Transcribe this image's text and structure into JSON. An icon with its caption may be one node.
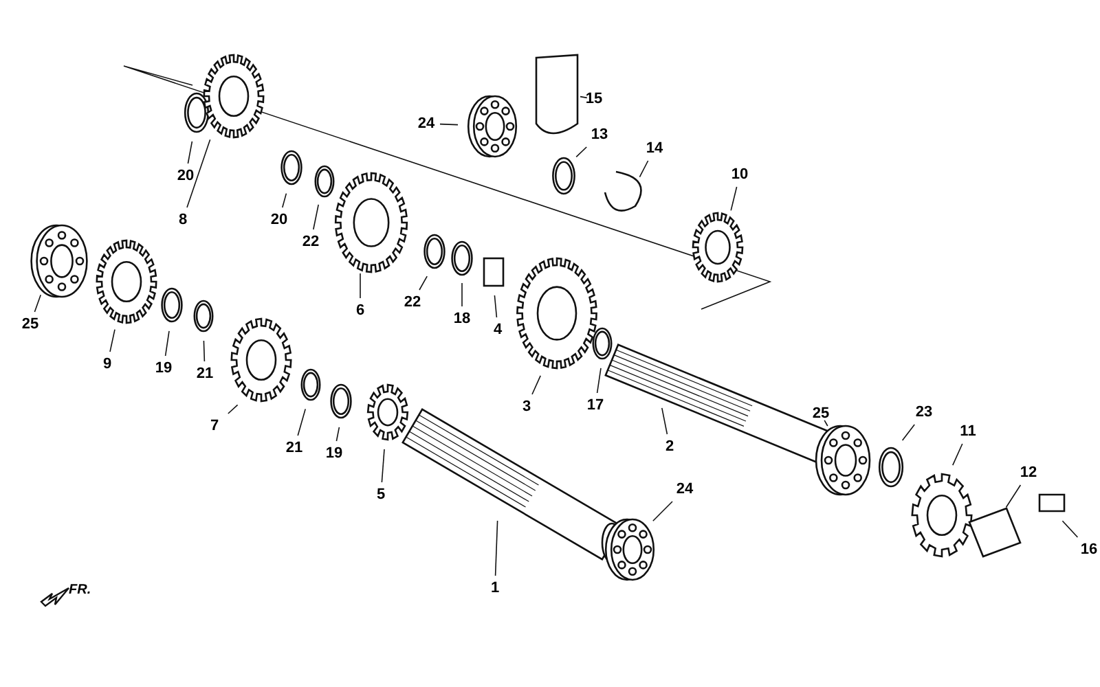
{
  "diagram": {
    "nodes": [
      {
        "text": [
          "15"
        ]
      },
      {
        "text": [
          "24"
        ]
      },
      {
        "text": [
          "13"
        ]
      },
      {
        "text": [
          "14"
        ]
      },
      {
        "text": [
          "20"
        ]
      },
      {
        "text": [
          "10"
        ]
      },
      {
        "text": [
          "8"
        ]
      },
      {
        "text": [
          "20"
        ]
      },
      {
        "text": [
          "22"
        ]
      },
      {
        "text": [
          "25"
        ]
      },
      {
        "text": [
          "6"
        ]
      },
      {
        "text": [
          "22"
        ]
      },
      {
        "text": [
          "18"
        ]
      },
      {
        "text": [
          "4"
        ]
      },
      {
        "text": [
          "9"
        ]
      },
      {
        "text": [
          "19"
        ]
      },
      {
        "text": [
          "21"
        ]
      },
      {
        "text": [
          "7"
        ]
      },
      {
        "text": [
          "3"
        ]
      },
      {
        "text": [
          "17"
        ]
      },
      {
        "text": [
          "2"
        ]
      },
      {
        "text": [
          "25"
        ]
      },
      {
        "text": [
          "23"
        ]
      },
      {
        "text": [
          "11"
        ]
      },
      {
        "text": [
          "21"
        ]
      },
      {
        "text": [
          "19"
        ]
      },
      {
        "text": [
          "12"
        ]
      },
      {
        "text": [
          "16"
        ]
      },
      {
        "text": [
          "5"
        ]
      },
      {
        "text": [
          "24"
        ]
      },
      {
        "text": [
          "1"
        ]
      }
    ],
    "edges": [
      {
        "from": 0,
        "to": null,
        "arrow": "none"
      },
      {
        "from": 1,
        "to": null,
        "arrow": "none"
      },
      {
        "from": 2,
        "to": null,
        "arrow": "none"
      },
      {
        "from": 3,
        "to": null,
        "arrow": "none"
      },
      {
        "from": 4,
        "to": null,
        "arrow": "none"
      },
      {
        "from": 5,
        "to": null,
        "arrow": "none"
      },
      {
        "from": 6,
        "to": null,
        "arrow": "none"
      },
      {
        "from": 7,
        "to": null,
        "arrow": "none"
      },
      {
        "from": 8,
        "to": null,
        "arrow": "none"
      },
      {
        "from": 9,
        "to": null,
        "arrow": "none"
      },
      {
        "from": 10,
        "to": null,
        "arrow": "none"
      },
      {
        "from": 11,
        "to": null,
        "arrow": "none"
      },
      {
        "from": 12,
        "to": null,
        "arrow": "none"
      },
      {
        "from": 13,
        "to": null,
        "arrow": "none"
      },
      {
        "from": 14,
        "to": null,
        "arrow": "none"
      },
      {
        "from": 15,
        "to": null,
        "arrow": "none"
      },
      {
        "from": 16,
        "to": null,
        "arrow": "none"
      },
      {
        "from": 17,
        "to": null,
        "arrow": "none"
      },
      {
        "from": 18,
        "to": null,
        "arrow": "none"
      },
      {
        "from": 19,
        "to": null,
        "arrow": "none"
      },
      {
        "from": 20,
        "to": null,
        "arrow": "none"
      },
      {
        "from": 21,
        "to": null,
        "arrow": "none"
      },
      {
        "from": 22,
        "to": null,
        "arrow": "none"
      },
      {
        "from": 23,
        "to": null,
        "arrow": "none"
      },
      {
        "from": 24,
        "to": null,
        "arrow": "none"
      },
      {
        "from": 25,
        "to": null,
        "arrow": "none"
      },
      {
        "from": 26,
        "to": null,
        "arrow": "none"
      },
      {
        "from": 27,
        "to": null,
        "arrow": "none"
      },
      {
        "from": 28,
        "to": null,
        "arrow": "none"
      },
      {
        "from": 29,
        "to": null,
        "arrow": "none"
      },
      {
        "from": 30,
        "to": null,
        "arrow": "none"
      }
    ],
    "labels": [
      "FR."
    ]
  }
}
